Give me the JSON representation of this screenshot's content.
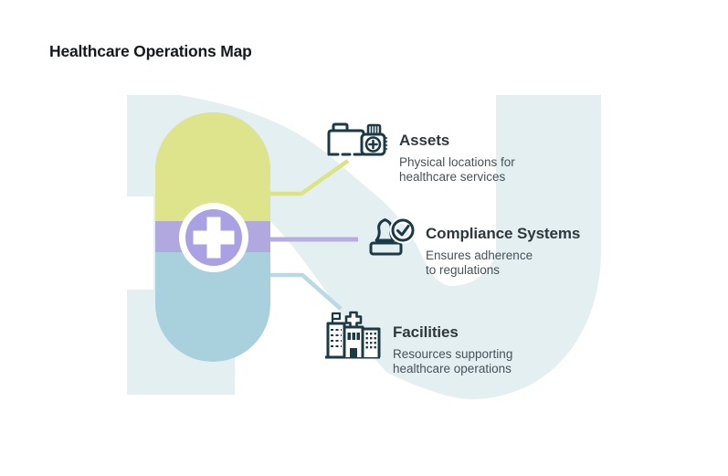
{
  "title": "Healthcare Operations Map",
  "sections": [
    {
      "id": "assets",
      "title": "Assets",
      "description": "Physical locations for\nhealthcare services",
      "icon": "folder-medical-supplies-icon",
      "connector_color": "#dde383"
    },
    {
      "id": "compliance",
      "title": "Compliance Systems",
      "description": "Ensures adherence\nto regulations",
      "icon": "stamp-check-icon",
      "connector_color": "#b6ace3"
    },
    {
      "id": "facilities",
      "title": "Facilities",
      "description": "Resources supporting\nhealthcare operations",
      "icon": "hospital-building-icon",
      "connector_color": "#b7dae6"
    }
  ],
  "graphic": {
    "center_icon": "medical-cross-badge",
    "colors": {
      "background_swoosh": "#e4eff1",
      "capsule_top": "#dde48c",
      "capsule_bottom": "#a9d1dd",
      "capsule_band": "#b2a8e0",
      "badge_inner": "#aaa0e4",
      "badge_ring": "#ffffff",
      "icon_stroke": "#1b3a46",
      "heading_text": "#2e383d",
      "body_text": "#46525a",
      "title_text": "#15181b"
    }
  }
}
